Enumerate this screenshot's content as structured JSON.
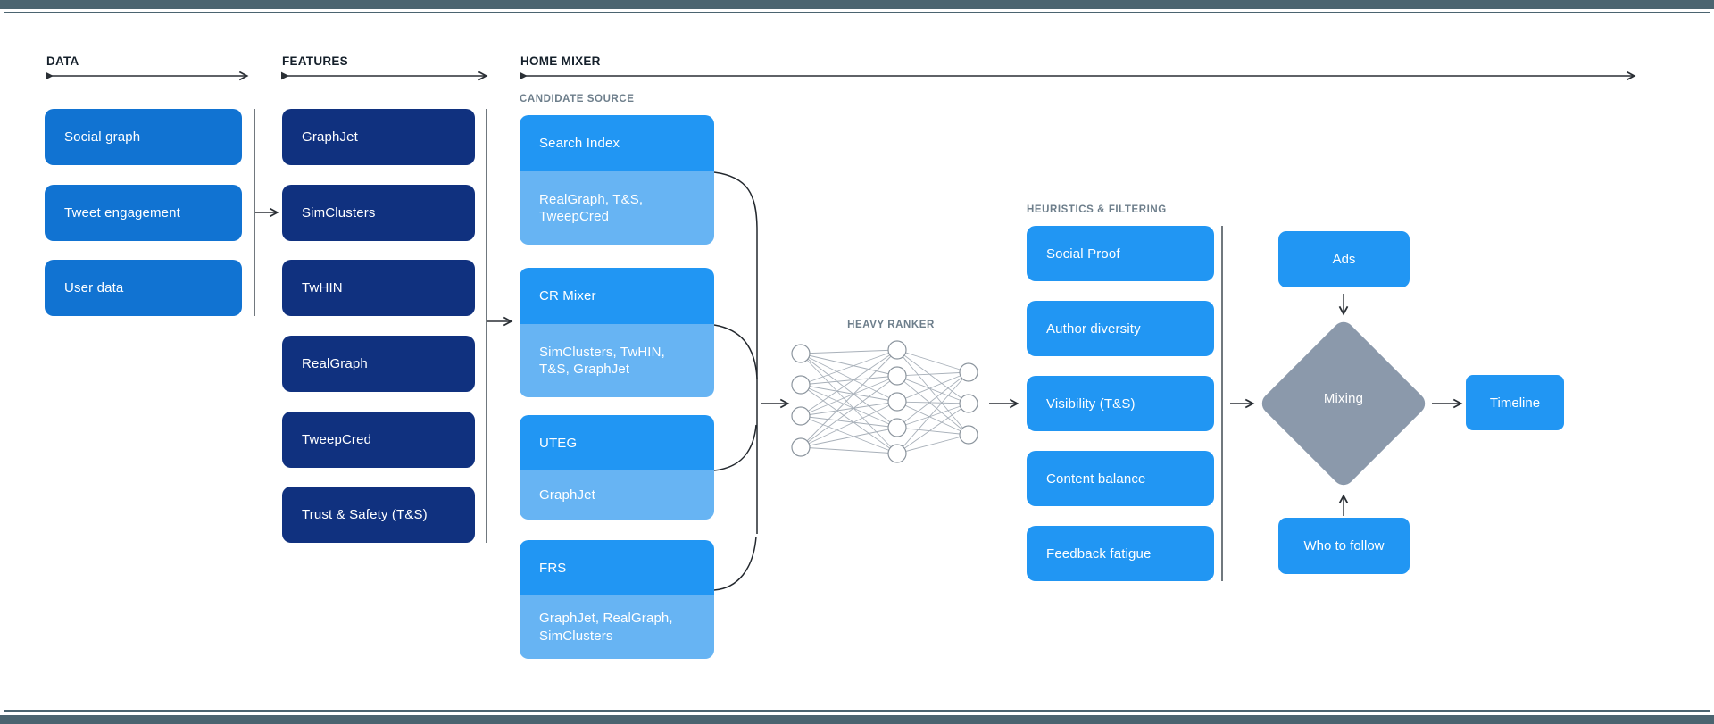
{
  "chrome": {
    "bar_color": "#4b6470"
  },
  "headers": {
    "data": "DATA",
    "features": "FEATURES",
    "home_mixer": "HOME MIXER"
  },
  "sections": {
    "data": {
      "items": [
        "Social graph",
        "Tweet engagement",
        "User data"
      ]
    },
    "features": {
      "items": [
        "GraphJet",
        "SimClusters",
        "TwHIN",
        "RealGraph",
        "TweepCred",
        "Trust & Safety (T&S)"
      ]
    },
    "candidate_source": {
      "label": "CANDIDATE SOURCE",
      "items": [
        {
          "name": "Search Index",
          "sources": "RealGraph, T&S, TweepCred"
        },
        {
          "name": "CR Mixer",
          "sources": "SimClusters, TwHIN, T&S, GraphJet"
        },
        {
          "name": "UTEG",
          "sources": "GraphJet"
        },
        {
          "name": "FRS",
          "sources": "GraphJet, RealGraph, SimClusters"
        }
      ]
    },
    "heavy_ranker": {
      "label": "HEAVY RANKER"
    },
    "heuristics": {
      "label": "HEURISTICS & FILTERING",
      "items": [
        "Social Proof",
        "Author diversity",
        "Visibility (T&S)",
        "Content balance",
        "Feedback fatigue"
      ]
    },
    "mixing": {
      "ads": "Ads",
      "diamond": "Mixing",
      "who_to_follow": "Who to follow",
      "timeline": "Timeline"
    }
  },
  "colors": {
    "data_box": "#1173d2",
    "feature_box": "#10317f",
    "candidate_main": "#2196f3",
    "candidate_sub": "#67b4f3",
    "heuristic_box": "#2196f3",
    "diamond": "#8b99ab",
    "chrome_bar": "#4b6470",
    "label_gray": "#6d7e8b",
    "header_text": "#15202b"
  }
}
